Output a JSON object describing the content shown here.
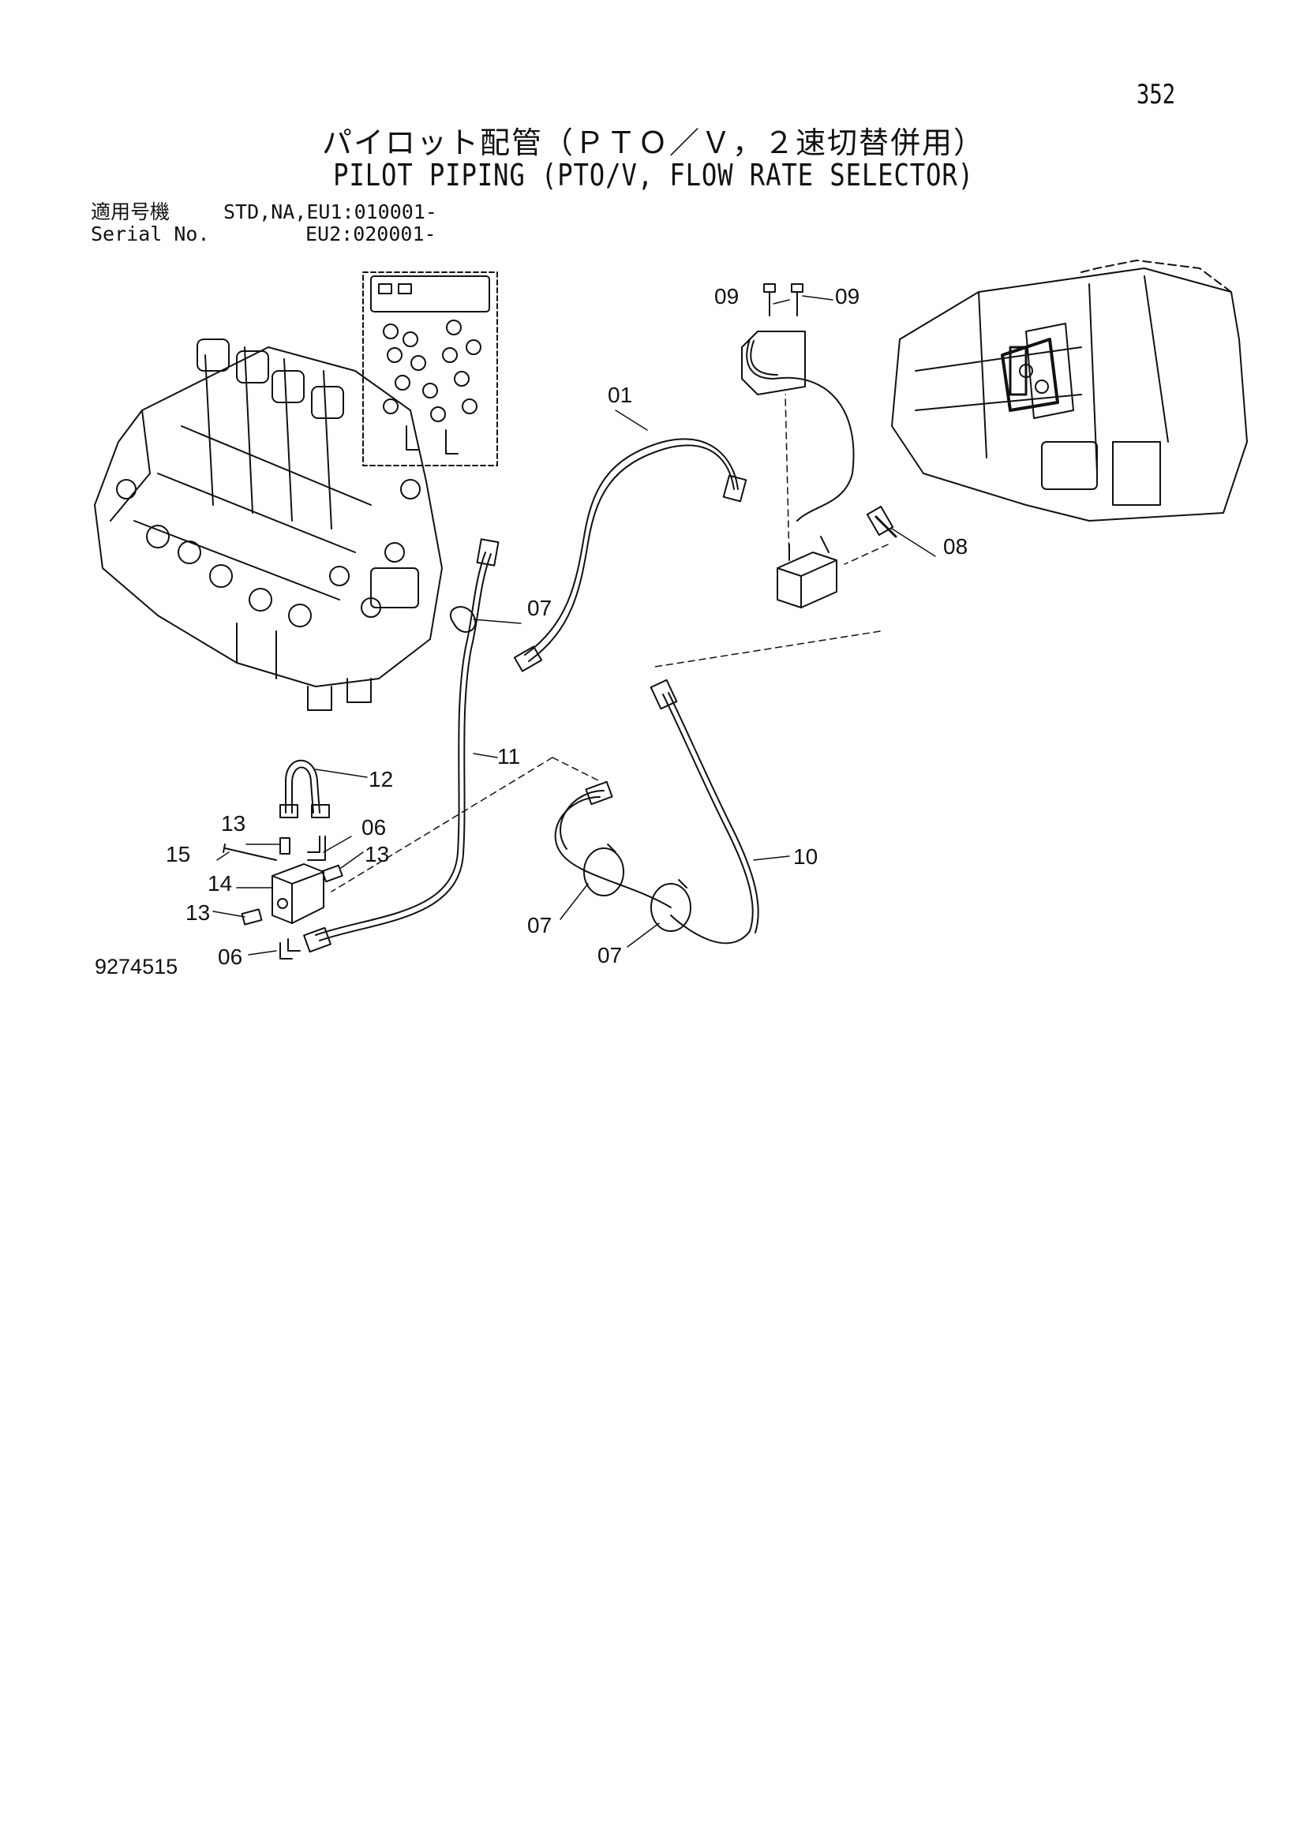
{
  "page_number": "352",
  "title_jp": "パイロット配管（ＰＴＯ／Ｖ，２速切替併用）",
  "title_en": "PILOT PIPING (PTO/V, FLOW RATE SELECTOR)",
  "serial": {
    "label_jp": "適用号機",
    "label_en": "Serial No.",
    "value_1": "STD,NA,EU1:010001-",
    "value_2": "EU2:020001-"
  },
  "callouts": {
    "c01": "01",
    "c06a": "06",
    "c06b": "06",
    "c07a": "07",
    "c07b": "07",
    "c07c": "07",
    "c08": "08",
    "c09a": "09",
    "c09b": "09",
    "c10": "10",
    "c11": "11",
    "c12": "12",
    "c13a": "13",
    "c13b": "13",
    "c13c": "13",
    "c14": "14",
    "c15": "15"
  },
  "drawing_number": "9274515"
}
